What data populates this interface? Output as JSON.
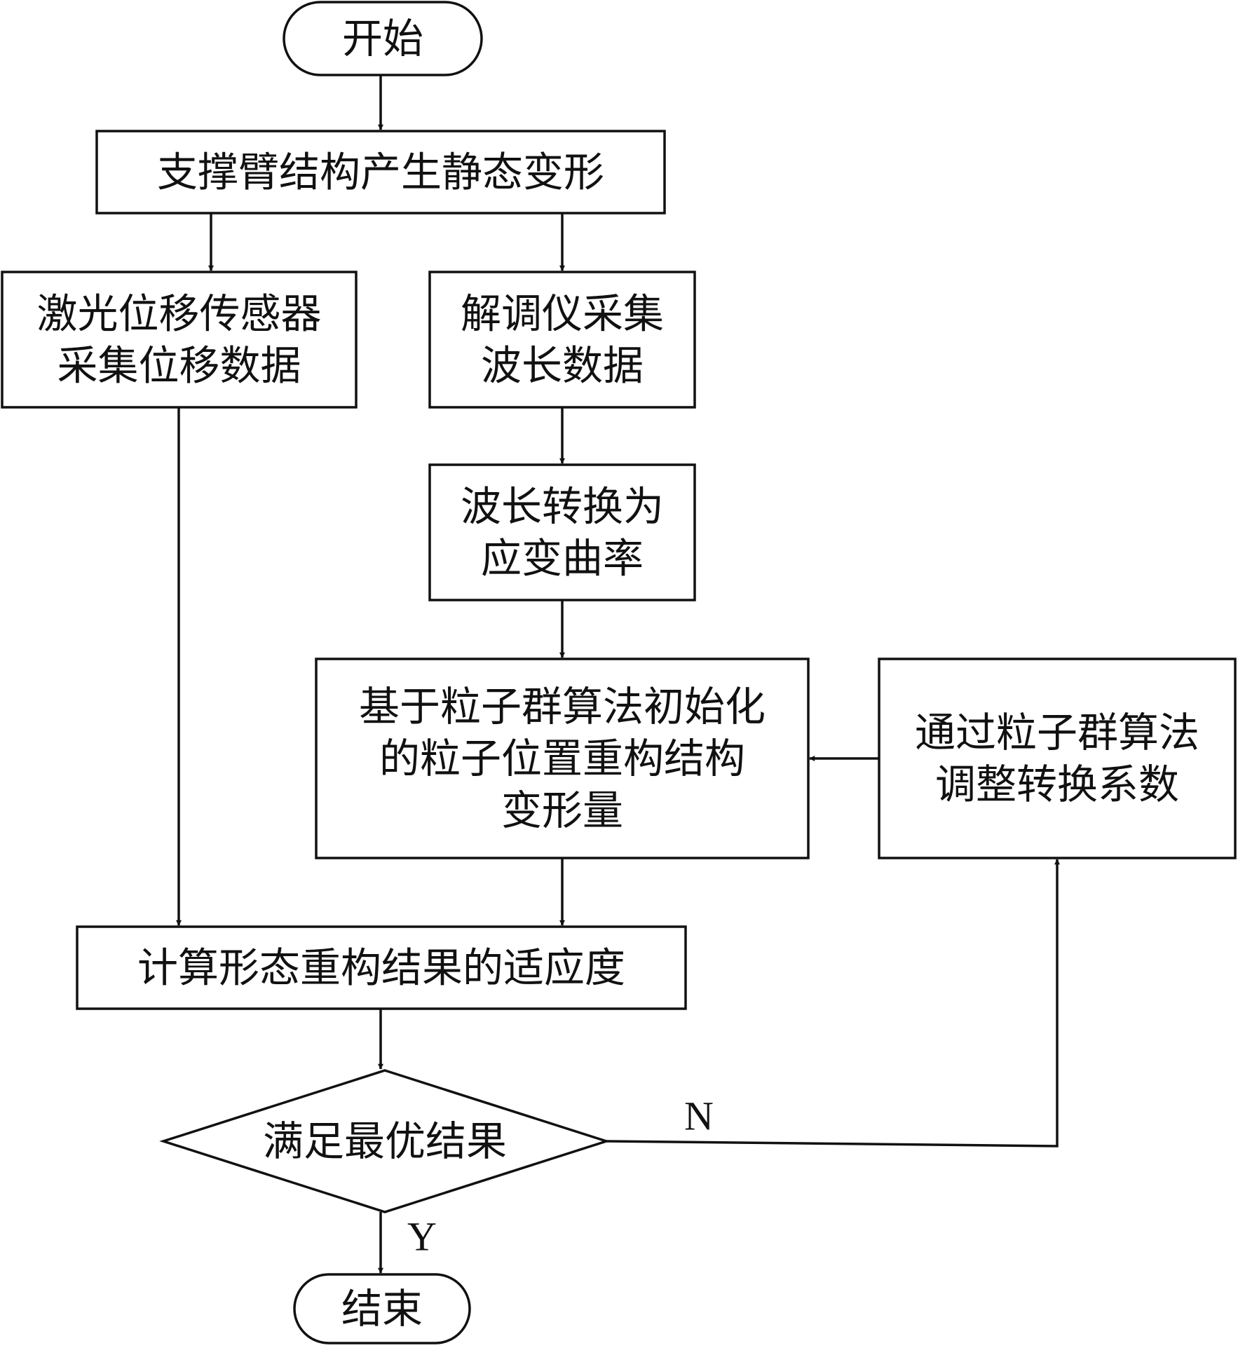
{
  "nodes": [
    {
      "id": "start",
      "shape": "terminal",
      "lines": [
        "开始"
      ]
    },
    {
      "id": "deform",
      "shape": "process",
      "lines": [
        "支撑臂结构产生静态变形"
      ]
    },
    {
      "id": "laser",
      "shape": "process",
      "lines": [
        "激光位移传感器",
        "采集位移数据"
      ]
    },
    {
      "id": "demod",
      "shape": "process",
      "lines": [
        "解调仪采集",
        "波长数据"
      ]
    },
    {
      "id": "convert",
      "shape": "process",
      "lines": [
        "波长转换为",
        "应变曲率"
      ]
    },
    {
      "id": "reconstruct",
      "shape": "process",
      "lines": [
        "基于粒子群算法初始化",
        "的粒子位置重构结构",
        "变形量"
      ]
    },
    {
      "id": "adjust",
      "shape": "process",
      "lines": [
        "通过粒子群算法",
        "调整转换系数"
      ]
    },
    {
      "id": "fitness",
      "shape": "process",
      "lines": [
        "计算形态重构结果的适应度"
      ]
    },
    {
      "id": "decision",
      "shape": "decision",
      "lines": [
        "满足最优结果"
      ]
    },
    {
      "id": "end",
      "shape": "terminal",
      "lines": [
        "结束"
      ]
    }
  ],
  "edges": [
    {
      "from": "start",
      "to": "deform",
      "label": ""
    },
    {
      "from": "deform",
      "to": "laser",
      "label": ""
    },
    {
      "from": "deform",
      "to": "demod",
      "label": ""
    },
    {
      "from": "demod",
      "to": "convert",
      "label": ""
    },
    {
      "from": "convert",
      "to": "reconstruct",
      "label": ""
    },
    {
      "from": "laser",
      "to": "fitness",
      "label": ""
    },
    {
      "from": "reconstruct",
      "to": "fitness",
      "label": ""
    },
    {
      "from": "fitness",
      "to": "decision",
      "label": ""
    },
    {
      "from": "decision",
      "to": "end",
      "label": "Y"
    },
    {
      "from": "decision",
      "to": "adjust",
      "label": "N"
    },
    {
      "from": "adjust",
      "to": "reconstruct",
      "label": ""
    }
  ]
}
